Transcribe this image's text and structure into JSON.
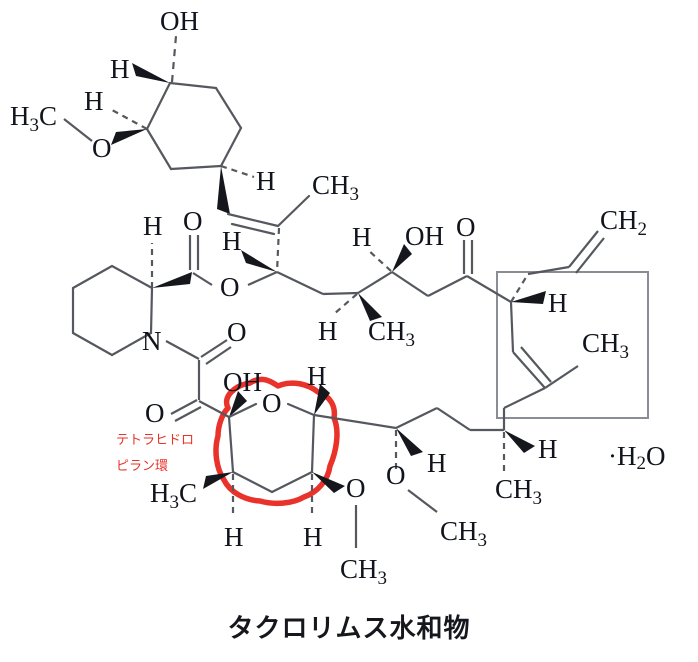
{
  "caption": "タクロリムス水和物",
  "annotation": {
    "line1": "テトラヒドロ",
    "line2": "ピラン環",
    "color": "#e8322a",
    "shape": "red-ellipse-highlight"
  },
  "hydrate": {
    "dot": "·",
    "formula_main": "H",
    "formula_sub": "2",
    "formula_tail": "O"
  },
  "colors": {
    "bond": "#55585e",
    "bold_bond": "#15171d",
    "label": "#11141c",
    "annotation_red": "#e8322a",
    "box_gray": "#8a8d93",
    "background": "#ffffff"
  },
  "labels": {
    "oh_top": "OH",
    "h_top_left": "H",
    "h_methoxy": "H",
    "h3c_methoxy": "H",
    "h3c_methoxy_sub": "3",
    "h3c_methoxy_tail": "C",
    "o_methoxy": "O",
    "h_cyclohexane_lower": "H",
    "ch3_vinyl": "CH",
    "ch3_vinyl_sub": "3",
    "h_piperidine": "H",
    "o_ester_carbonyl": "O",
    "o_ester": "O",
    "h_ester_carbon": "H",
    "n_piperidine": "N",
    "o_amide": "O",
    "o_ketone_left": "O",
    "oh_hemiketal": "OH",
    "h_pyran_right_top": "H",
    "o_pyran": "O",
    "h3c_pyran": "H",
    "h3c_pyran_sub": "3",
    "h3c_pyran_tail": "C",
    "h_pyran_bottom_left": "H",
    "h_pyran_bottom_right": "H",
    "o_pyran_methoxy": "O",
    "ch3_pyran_methoxy": "CH",
    "ch3_pyran_methoxy_sub": "3",
    "o_chain_methoxy": "O",
    "ch3_chain_methoxy": "CH",
    "ch3_chain_methoxy_sub": "3",
    "h_chain_methoxy": "H",
    "h_chain_methyl": "H",
    "ch3_chain_methyl": "CH",
    "ch3_chain_methyl_sub": "3",
    "h_chain_bottom": "H",
    "h_allyl_carbon": "H",
    "ch2_allyl": "CH",
    "ch2_allyl_sub": "2",
    "ch3_macro": "CH",
    "ch3_macro_sub": "3",
    "h_hydroxy_chain": "H",
    "oh_chain": "OH",
    "o_ketone_chain": "O",
    "h_methyl_chain": "H",
    "ch3_methyl_chain": "CH",
    "ch3_methyl_chain_sub": "3"
  }
}
